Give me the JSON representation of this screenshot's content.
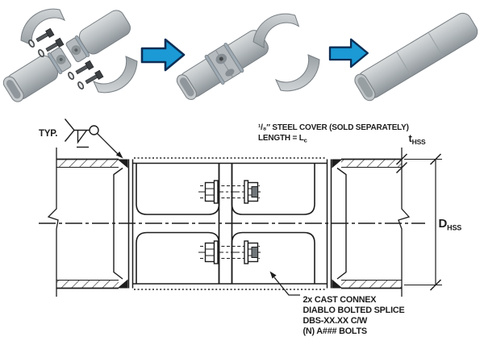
{
  "drawing": {
    "weld_symbol": {
      "label": "TYP."
    },
    "cover_note": {
      "line1": "¹/₈″ STEEL COVER (SOLD SEPARATELY)",
      "length_main": "LENGTH = L",
      "length_sub": "c"
    },
    "dimensions": {
      "thickness_main": "t",
      "thickness_sub": "HSS",
      "diameter_main": "D",
      "diameter_sub": "HSS"
    },
    "splice_note": {
      "lines": [
        "2x CAST CONNEX",
        "DIABLO BOLTED SPLICE",
        "DBS-XX.XX C/W",
        "(N) A### BOLTS"
      ]
    }
  },
  "colors": {
    "arrow_blue": "#1b9ad6",
    "arrow_outline": "#0d2e55",
    "tube_gray": "#b7bcc0",
    "line_color": "#1d1d1d"
  }
}
